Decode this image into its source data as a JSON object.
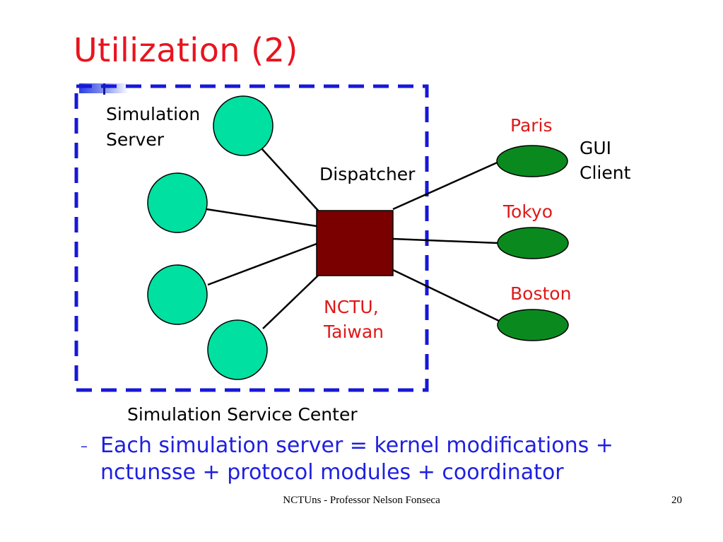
{
  "slide": {
    "title": "Utilization (2)",
    "footer": "NCTUns - Professor Nelson Fonseca",
    "page_number": "20"
  },
  "diagram": {
    "simulation_server_label": [
      "Simulation",
      "Server"
    ],
    "dispatcher_label": "Dispatcher",
    "location_label": [
      "NCTU,",
      "Taiwan"
    ],
    "gui_client_label": [
      "GUI",
      "Client"
    ],
    "service_center_label": "Simulation Service Center",
    "clients": [
      {
        "city": "Paris"
      },
      {
        "city": "Tokyo"
      },
      {
        "city": "Boston"
      }
    ],
    "colors": {
      "server": "#00e0a0",
      "dispatcher": "#7a0000",
      "client": "#0a8a1e",
      "city_text": "#e01818",
      "box_border": "#1818d8"
    }
  },
  "bullet": {
    "marker": "–",
    "text": "Each simulation server = kernel modifications + nctunsse + protocol modules + coordinator"
  }
}
